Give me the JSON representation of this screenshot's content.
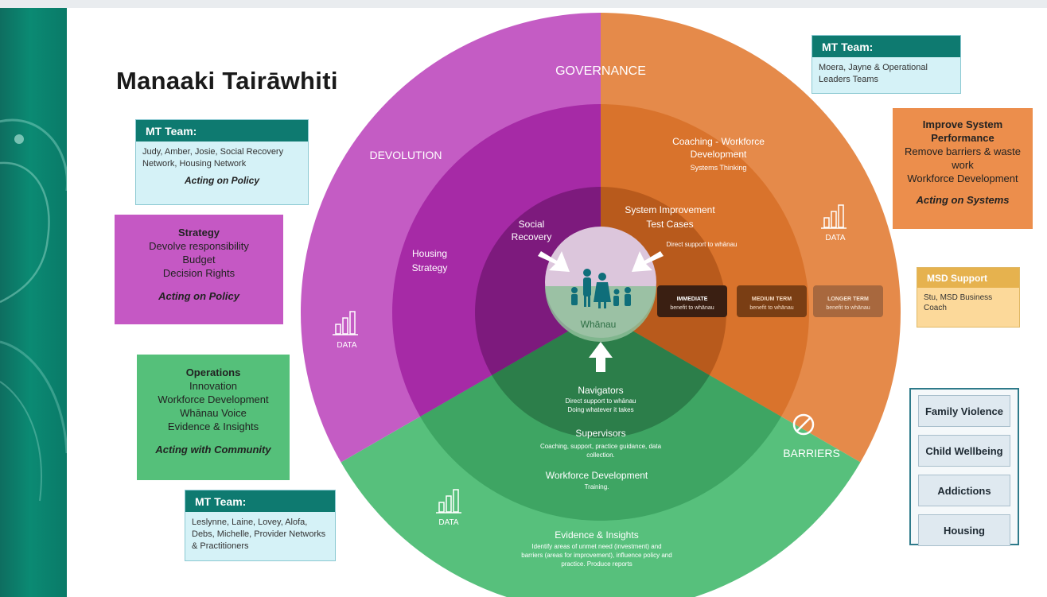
{
  "title": "Manaaki Tairāwhiti",
  "wheel": {
    "governance": "GOVERNANCE",
    "devolution": "DEVOLUTION",
    "barriers": "BARRIERS",
    "data_label": "DATA",
    "coaching_title_1": "Coaching  - Workforce",
    "coaching_title_2": "Development",
    "coaching_sub": "Systems Thinking",
    "housing_1": "Housing",
    "housing_2": "Strategy",
    "social_1": "Social",
    "social_2": "Recovery",
    "system_1": "System Improvement",
    "system_2": "Test Cases",
    "system_sub": "Direct support to whānau",
    "whanau": "Whānau",
    "immediate_1": "IMMEDIATE",
    "immediate_2": "benefit to whānau",
    "medium_1": "MEDIUM TERM",
    "medium_2": "benefit to whānau",
    "longer_1": "LONGER TERM",
    "longer_2": "benefit to whānau",
    "navigators": "Navigators",
    "navigators_sub_1": "Direct support to whānau",
    "navigators_sub_2": "Doing whatever it takes",
    "supervisors": "Supervisors",
    "supervisors_sub_1": "Coaching, support, practice guidance, data",
    "supervisors_sub_2": "collection.",
    "workforce": "Workforce Development",
    "workforce_sub": "Training.",
    "evidence": "Evidence & Insights",
    "evidence_sub_1": "Identify areas of unmet need (investment) and",
    "evidence_sub_2": "barriers (areas for improvement), influence policy and",
    "evidence_sub_3": "practice. Produce reports"
  },
  "mt_top_left": {
    "header": "MT Team:",
    "body": "Judy, Amber, Josie, Social Recovery Network, Housing Network",
    "footer": "Acting on Policy"
  },
  "strategy_box": {
    "heading": "Strategy",
    "lines": [
      "Devolve responsibility",
      "Budget",
      "Decision Rights"
    ],
    "footer": "Acting on Policy"
  },
  "operations_box": {
    "heading": "Operations",
    "lines": [
      "Innovation",
      "Workforce Development",
      "Whānau Voice",
      "Evidence & Insights"
    ],
    "footer": "Acting with Community"
  },
  "mt_bottom_left": {
    "header": "MT Team:",
    "body": "Leslynne, Laine, Lovey, Alofa, Debs, Michelle, Provider Networks & Practitioners"
  },
  "mt_top_right": {
    "header": "MT Team:",
    "body": "Moera, Jayne & Operational Leaders Teams"
  },
  "improve_box": {
    "heading_1": "Improve System",
    "heading_2": "Performance",
    "lines": [
      "Remove barriers & waste",
      "work",
      "Workforce Development"
    ],
    "footer": "Acting on Systems"
  },
  "msd_box": {
    "header": "MSD Support",
    "body": "Stu, MSD Business Coach"
  },
  "issues": [
    "Family Violence",
    "Child Wellbeing",
    "Addictions",
    "Housing"
  ],
  "colors": {
    "purple_outer": "#c45cc4",
    "purple_mid": "#a62aa6",
    "purple_inner": "#7d1a7d",
    "orange_outer": "#e58a4a",
    "orange_mid": "#d9732c",
    "orange_inner": "#b85a1c",
    "green_outer": "#57c07c",
    "green_mid": "#3ea563",
    "green_inner": "#2c7e4a",
    "teal_brand": "#0e7a70"
  }
}
